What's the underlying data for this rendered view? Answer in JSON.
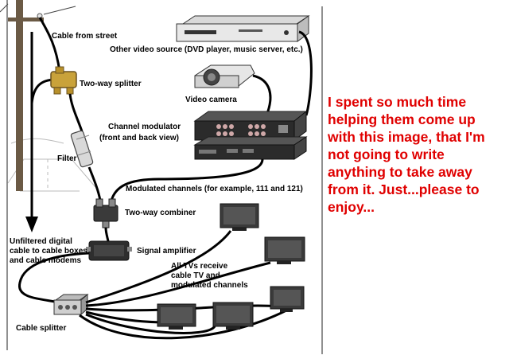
{
  "diagram": {
    "labels": {
      "cable_from_street": "Cable from street",
      "two_way_splitter": "Two-way splitter",
      "other_video_source": "Other video source (DVD player, music server, etc.)",
      "video_camera": "Video camera",
      "channel_modulator_1": "Channel modulator",
      "channel_modulator_2": "(front and back view)",
      "filter": "Filter",
      "modulated_channels": "Modulated channels (for example, 111 and 121)",
      "two_way_combiner": "Two-way combiner",
      "unfiltered_1": "Unfiltered digital",
      "unfiltered_2": "cable to cable boxes",
      "unfiltered_3": "and cable modems",
      "signal_amplifier": "Signal amplifier",
      "all_tvs_1": "All TVs receive",
      "all_tvs_2": "cable TV and",
      "all_tvs_3": "modulated channels",
      "cable_splitter": "Cable splitter"
    }
  },
  "caption": {
    "lines": [
      "I spent so much time",
      "helping them come up",
      "with this image, that I'm",
      "not going to write",
      "anything to take away",
      "from it. Just...please to",
      "enjoy..."
    ]
  },
  "colors": {
    "caption_text": "#e00000",
    "cable": "#000000",
    "device_body": "#333333",
    "splitter_gold": "#c9a23a"
  }
}
